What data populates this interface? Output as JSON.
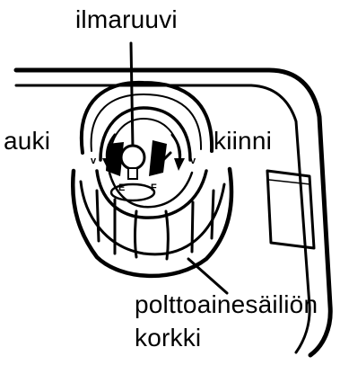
{
  "labels": {
    "air_screw": "ilmaruuvi",
    "open": "auki",
    "closed": "kiinni",
    "fuel_tank_cap_line1": "polttoainesäiliön",
    "fuel_tank_cap_line2": "korkki"
  },
  "cap_markings": {
    "empty": "E",
    "full": "F",
    "arrow_left": "v",
    "arrow_right": "v"
  },
  "colors": {
    "ink": "#000000",
    "background": "#ffffff"
  }
}
